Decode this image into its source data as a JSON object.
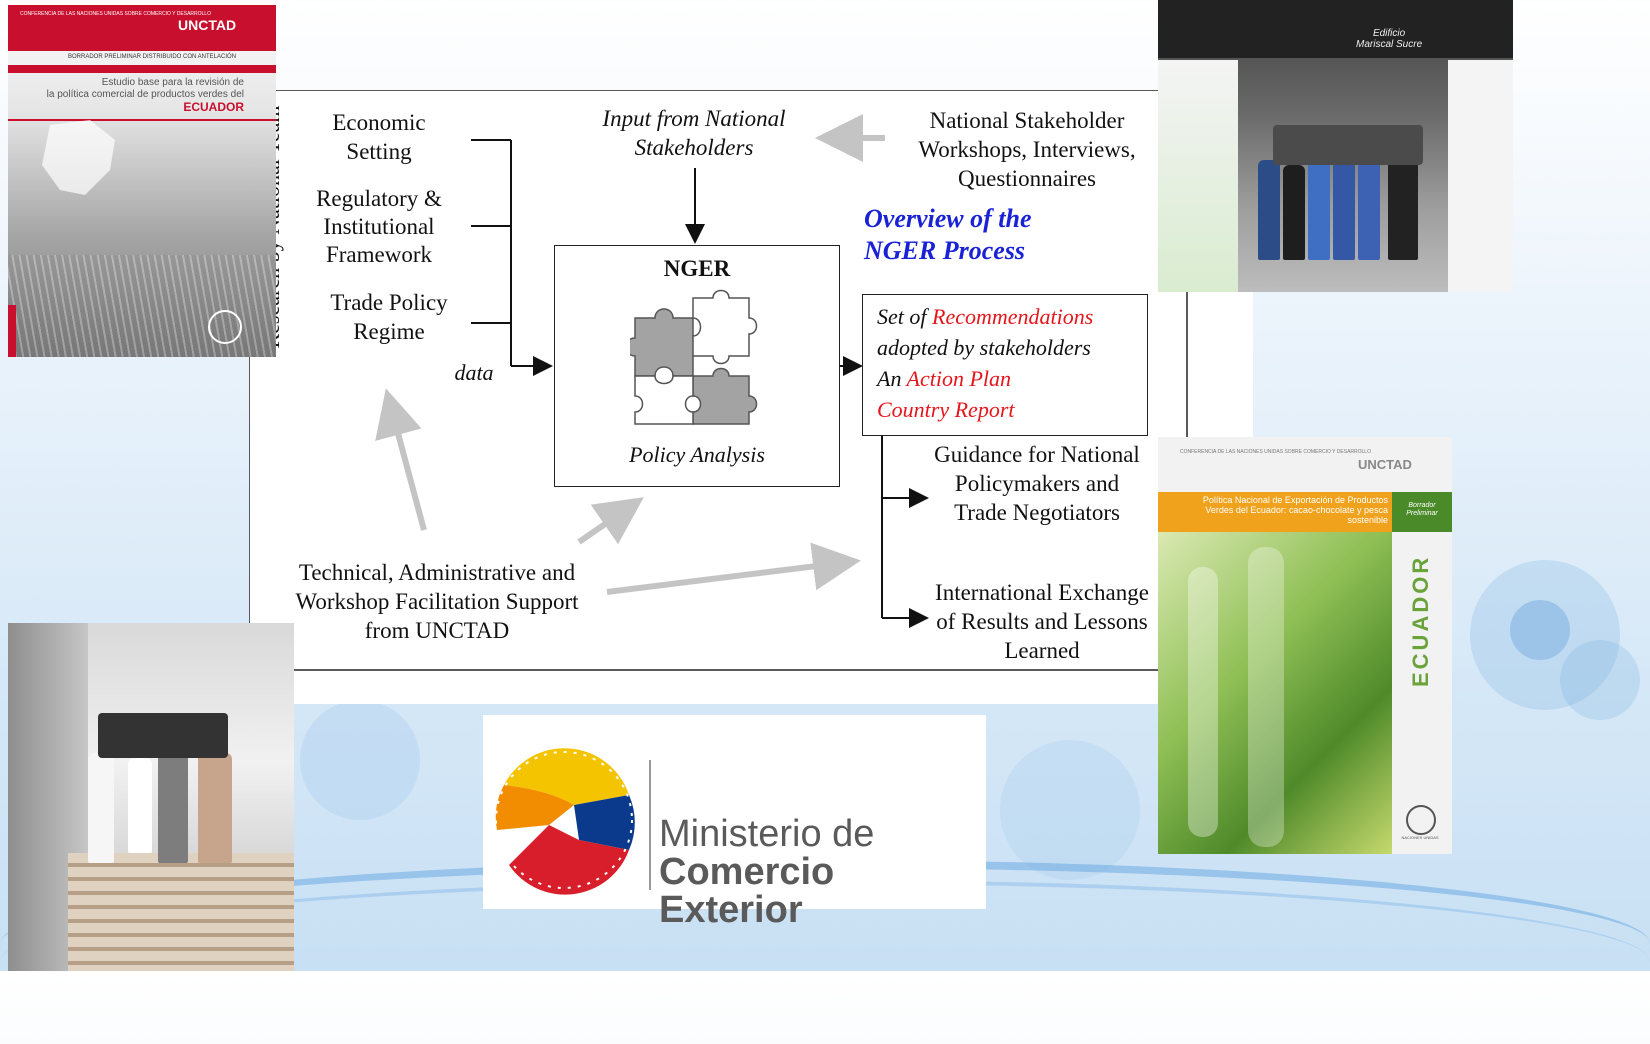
{
  "diagram": {
    "vertical_label": "Research by National Team",
    "inputs": [
      "Economic Setting",
      "Regulatory & Institutional Framework",
      "Trade Policy Regime"
    ],
    "data_label": "data",
    "input_from": "Input from National Stakeholders",
    "workshops": "National Stakeholder Workshops, Interviews, Questionnaires",
    "overview_title_line1": "Overview of the",
    "overview_title_line2": "NGER Process",
    "center_title": "NGER",
    "center_subtitle": "Policy Analysis",
    "outputs": {
      "line1_prefix": "Set of ",
      "line1_highlight": "Recommendations",
      "line2": "adopted by stakeholders",
      "line3_prefix": "An ",
      "line3_highlight": "Action Plan",
      "line4": "Country Report"
    },
    "guidance": "Guidance for National Policymakers and Trade Negotiators",
    "international": "International Exchange of Results and Lessons Learned",
    "support": "Technical, Administrative and Workshop Facilitation Support from UNCTAD"
  },
  "report_left": {
    "header": "CONFERENCIA DE LAS NACIONES UNIDAS SOBRE COMERCIO Y DESARROLLO",
    "org": "UNCTAD",
    "subheader": "BORRADOR PRELIMINAR DISTRIBUIDO CON ANTELACIÓN",
    "title_line1": "Estudio base para la revisión de",
    "title_line2": "la política comercial de productos verdes del",
    "country": "ECUADOR"
  },
  "report_right": {
    "header": "CONFERENCIA DE LAS NACIONES UNIDAS SOBRE COMERCIO Y DESARROLLO",
    "org": "UNCTAD",
    "title": "Política Nacional de Exportación de Productos Verdes del Ecuador: cacao-chocolate y pesca sostenible",
    "badge": "Borrador Preliminar",
    "country": "ECUADOR",
    "footer": "NACIONES UNIDAS"
  },
  "photo_top": {
    "sign_line1": "Edificio",
    "sign_line2": "Mariscal Sucre"
  },
  "ministry": {
    "line1": "Ministerio de",
    "line2": "Comercio Exterior"
  },
  "colors": {
    "red": "#e4161b",
    "blue": "#1a22d6",
    "unctad_red": "#c8102e",
    "green": "#4a8a28",
    "orange": "#f0a21c"
  }
}
